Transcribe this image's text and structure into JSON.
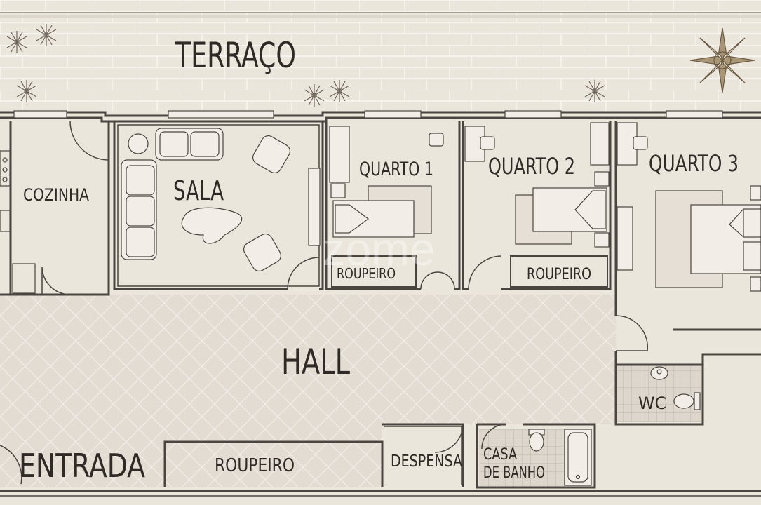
{
  "plan": {
    "watermark": "zome",
    "rooms": {
      "terrace": "TERRAÇO",
      "kitchen": "COZINHA",
      "living_room": "SALA",
      "bedroom_1": "QUARTO 1",
      "bedroom_2": "QUARTO 2",
      "bedroom_3": "QUARTO 3",
      "wardrobe_1": "ROUPEIRO",
      "wardrobe_2": "ROUPEIRO",
      "hall": "HALL",
      "wc": "WC",
      "entrance": "ENTRADA",
      "entrance_wardrobe": "ROUPEIRO",
      "pantry": "DESPENSA",
      "bathroom_line1": "CASA",
      "bathroom_line2": "DE BANHO"
    },
    "icons": [
      "compass-rose-icon",
      "plant-icon",
      "desk-chair-icon",
      "bed-icon",
      "sofa-icon",
      "armchair-icon",
      "coffee-table-icon",
      "toilet-icon",
      "sink-icon",
      "bathtub-icon",
      "stove-icon",
      "door-swing-icon"
    ],
    "colors": {
      "background": "#ebe6dc",
      "wall": "#4a4540",
      "label": "#2f2a25",
      "tile": "#dcd6cc"
    }
  }
}
